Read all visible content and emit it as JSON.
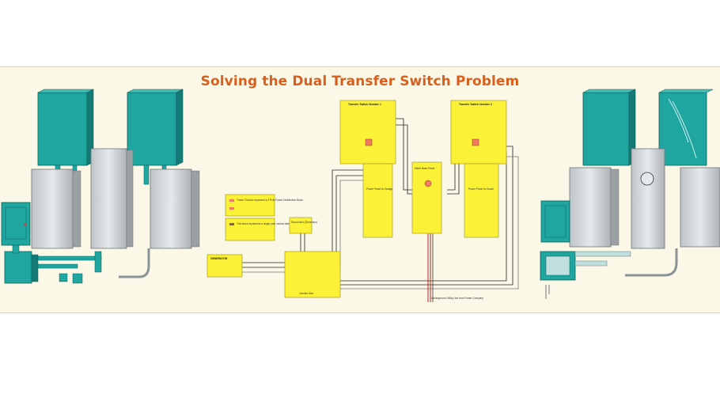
{
  "title": "Solving the Dual Transfer Switch Problem",
  "labels": {
    "ts1": "Transfer Switch Number 1",
    "ts2": "Transfer Switch Number 2",
    "power_panel_1": "Power Panel to Garage",
    "power_panel_2": "Power Panel to House",
    "meter_panel": "Meter Base Panel",
    "generator": "GENERATOR",
    "disconnect": "Disconnect (Generator)",
    "junction_box": "Junction Box",
    "utility": "Underground Utility Line from Power Company",
    "note1": "These 2 blocks represent a 3 Pole Power Distribution Block",
    "note2": "This block represents a single pole neutral distribution block"
  },
  "colors": {
    "teal": "#1fa6a0",
    "teal_dark": "#137a76",
    "gray": "#cfd3d6",
    "yellow": "#fbf136",
    "title": "#d9601c"
  }
}
